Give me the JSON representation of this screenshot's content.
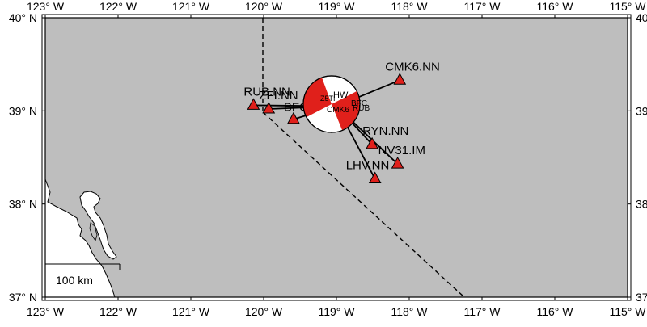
{
  "map": {
    "background_color": "#bebebe",
    "land_fill": "#ffffff",
    "station_fill": "#e0201b",
    "beachball_compression": "#e0201b",
    "beachball_dilatation": "#ffffff",
    "lon_range": [
      -123,
      -115
    ],
    "lat_range": [
      37,
      40
    ],
    "lon_tick_labels": [
      "123° W",
      "122° W",
      "121° W",
      "120° W",
      "119° W",
      "118° W",
      "117° W",
      "116° W",
      "115° W"
    ],
    "lat_tick_labels": [
      "37° N",
      "38° N",
      "39° N",
      "40° N"
    ],
    "right_lat_tick_labels": [
      "37",
      "38",
      "39",
      "40"
    ],
    "scale_bar_label": "100 km",
    "event": {
      "lon": -119.0,
      "lat": 39.05
    },
    "stations": [
      {
        "name": "CMK6.NN",
        "lon": -118.13,
        "lat": 39.33
      },
      {
        "name": "RUB.NN",
        "lon": -120.14,
        "lat": 39.06
      },
      {
        "name": "ZFI.NN",
        "lon": -119.93,
        "lat": 39.02
      },
      {
        "name": "BFC",
        "lon": -119.59,
        "lat": 38.91
      },
      {
        "name": "RYN.NN",
        "lon": -118.51,
        "lat": 38.64
      },
      {
        "name": "NV31.IM",
        "lon": -118.16,
        "lat": 38.43
      },
      {
        "name": "LHV.NN",
        "lon": -118.47,
        "lat": 38.27
      }
    ],
    "beachball_labels": [
      "HW",
      "Z5TI",
      "BFC",
      "RUB",
      "CMK6"
    ]
  }
}
